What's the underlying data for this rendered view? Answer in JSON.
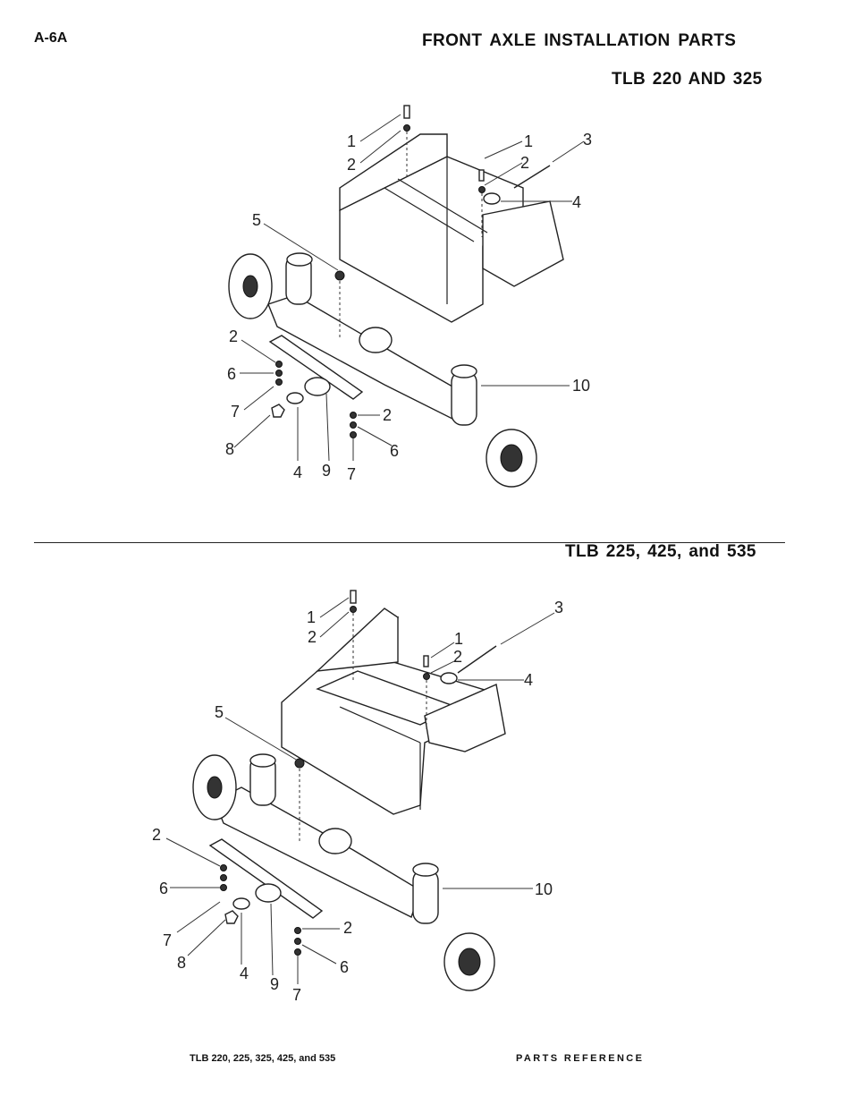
{
  "header": {
    "page_code": "A-6A",
    "title": "FRONT AXLE INSTALLATION PARTS"
  },
  "sections": [
    {
      "subtitle": "TLB 220 AND 325",
      "callouts": [
        "1",
        "2",
        "1",
        "2",
        "3",
        "4",
        "5",
        "2",
        "6",
        "7",
        "8",
        "4",
        "9",
        "7",
        "6",
        "2",
        "10"
      ]
    },
    {
      "subtitle": "TLB 225, 425, and 535",
      "callouts": [
        "1",
        "2",
        "1",
        "2",
        "3",
        "4",
        "5",
        "2",
        "6",
        "7",
        "8",
        "4",
        "9",
        "7",
        "6",
        "2",
        "10"
      ]
    }
  ],
  "footer": {
    "models": "TLB 220, 225, 325, 425, and 535",
    "reference": "PARTS REFERENCE"
  }
}
